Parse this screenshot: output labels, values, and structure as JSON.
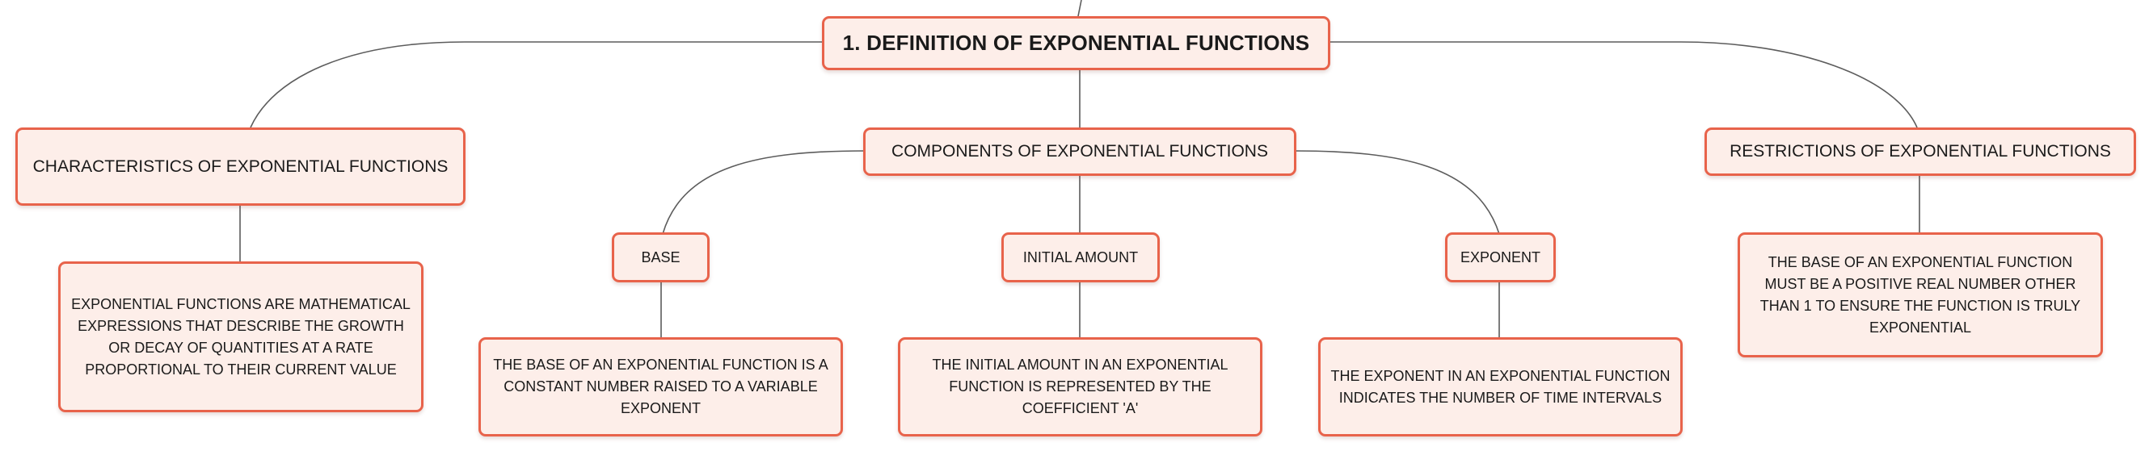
{
  "root": {
    "label": "1. DEFINITION OF EXPONENTIAL FUNCTIONS"
  },
  "characteristics": {
    "label": "CHARACTERISTICS OF EXPONENTIAL FUNCTIONS",
    "detail": "EXPONENTIAL FUNCTIONS ARE MATHEMATICAL EXPRESSIONS THAT DESCRIBE THE GROWTH OR DECAY OF QUANTITIES AT A RATE PROPORTIONAL TO THEIR CURRENT VALUE"
  },
  "components": {
    "label": "COMPONENTS OF EXPONENTIAL FUNCTIONS",
    "base": {
      "label": "BASE",
      "detail": "THE BASE OF AN EXPONENTIAL FUNCTION IS A CONSTANT NUMBER RAISED TO A VARIABLE EXPONENT"
    },
    "initial_amount": {
      "label": "INITIAL AMOUNT",
      "detail": "THE INITIAL AMOUNT IN AN EXPONENTIAL FUNCTION IS REPRESENTED BY THE COEFFICIENT 'A'"
    },
    "exponent": {
      "label": "EXPONENT",
      "detail": "THE EXPONENT IN AN EXPONENTIAL FUNCTION INDICATES THE NUMBER OF TIME INTERVALS"
    }
  },
  "restrictions": {
    "label": "RESTRICTIONS OF EXPONENTIAL FUNCTIONS",
    "detail": "THE BASE OF AN EXPONENTIAL FUNCTION MUST BE A POSITIVE REAL NUMBER OTHER THAN 1 TO ENSURE THE FUNCTION IS TRULY EXPONENTIAL"
  }
}
